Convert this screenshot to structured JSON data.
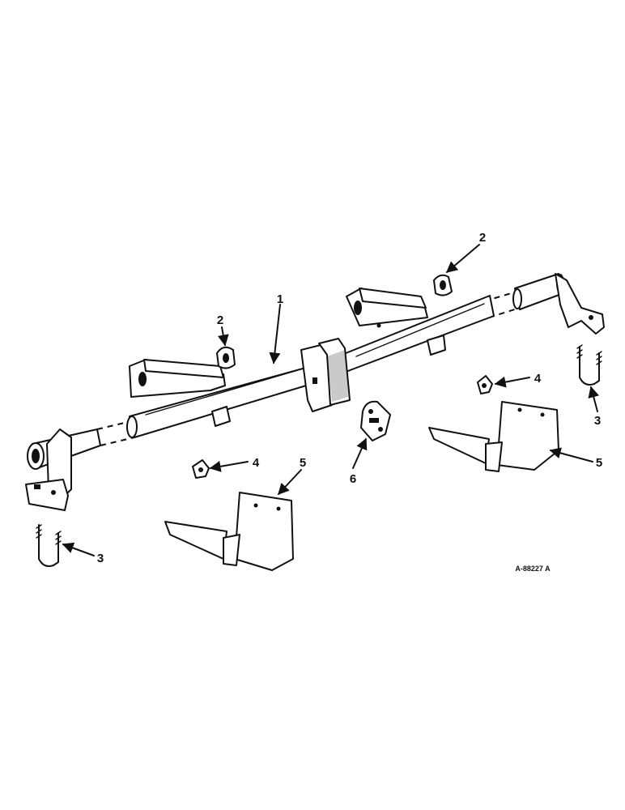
{
  "diagram": {
    "callouts": {
      "c1": "1",
      "c2a": "2",
      "c2b": "2",
      "c3a": "3",
      "c3b": "3",
      "c4a": "4",
      "c4b": "4",
      "c5a": "5",
      "c5b": "5",
      "c6": "6"
    },
    "figure_id": "A-88227 A"
  }
}
